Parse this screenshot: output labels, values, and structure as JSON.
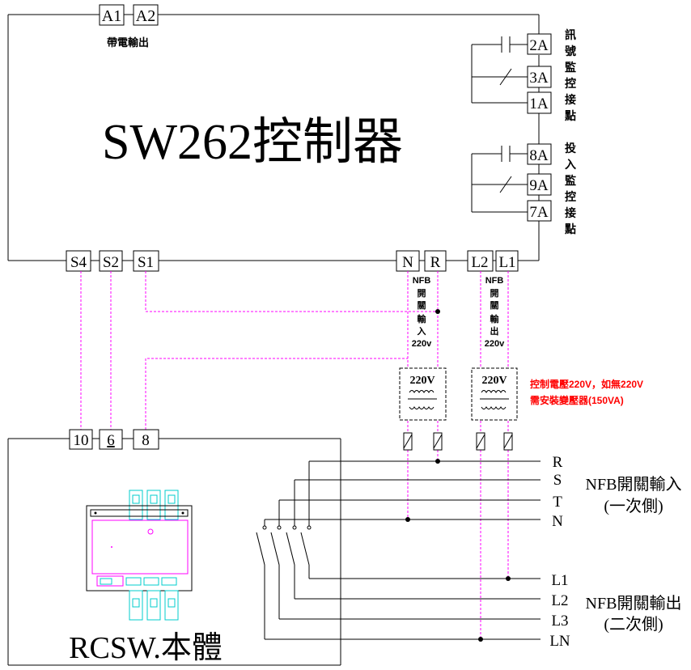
{
  "controller": {
    "title": "SW262控制器",
    "top_terminals": [
      "A1",
      "A2"
    ],
    "top_caption": "帶電輸出",
    "signal_terminals": [
      "2A",
      "3A",
      "1A"
    ],
    "signal_caption": [
      "訊",
      "號",
      "監",
      "控",
      "接",
      "點"
    ],
    "input_terminals": [
      "8A",
      "9A",
      "7A"
    ],
    "input_caption": [
      "投",
      "入",
      "監",
      "控",
      "接",
      "點"
    ],
    "bottom_left_terminals": [
      "S4",
      "S2",
      "S1"
    ],
    "bottom_right_terminals": [
      "N",
      "R",
      "L2",
      "L1"
    ]
  },
  "nfb_in_label": [
    "NFB",
    "開",
    "關",
    "輸",
    "入",
    "220v"
  ],
  "nfb_out_label": [
    "NFB",
    "開",
    "關",
    "輸",
    "出",
    "220v"
  ],
  "transformers": [
    "220V",
    "220V"
  ],
  "note": {
    "line1": "控制電壓220V，如無220V",
    "line2": "需安裝變壓器(150VA)",
    "color": "#ff0000"
  },
  "rcsw": {
    "title": "RCSW.本體",
    "terminals": [
      "10",
      "6",
      "8"
    ]
  },
  "lines_in": [
    "R",
    "S",
    "T",
    "N"
  ],
  "lines_in_label": "NFB開關輸入",
  "lines_in_sub": "(一次側)",
  "lines_out": [
    "L1",
    "L2",
    "L3",
    "LN"
  ],
  "lines_out_label": "NFB開關輸出",
  "lines_out_sub": "(二次側)",
  "colors": {
    "control_wire": "#ff00ff",
    "device": "#00cccc",
    "device_panel": "#ff00ff",
    "line": "#000000"
  }
}
